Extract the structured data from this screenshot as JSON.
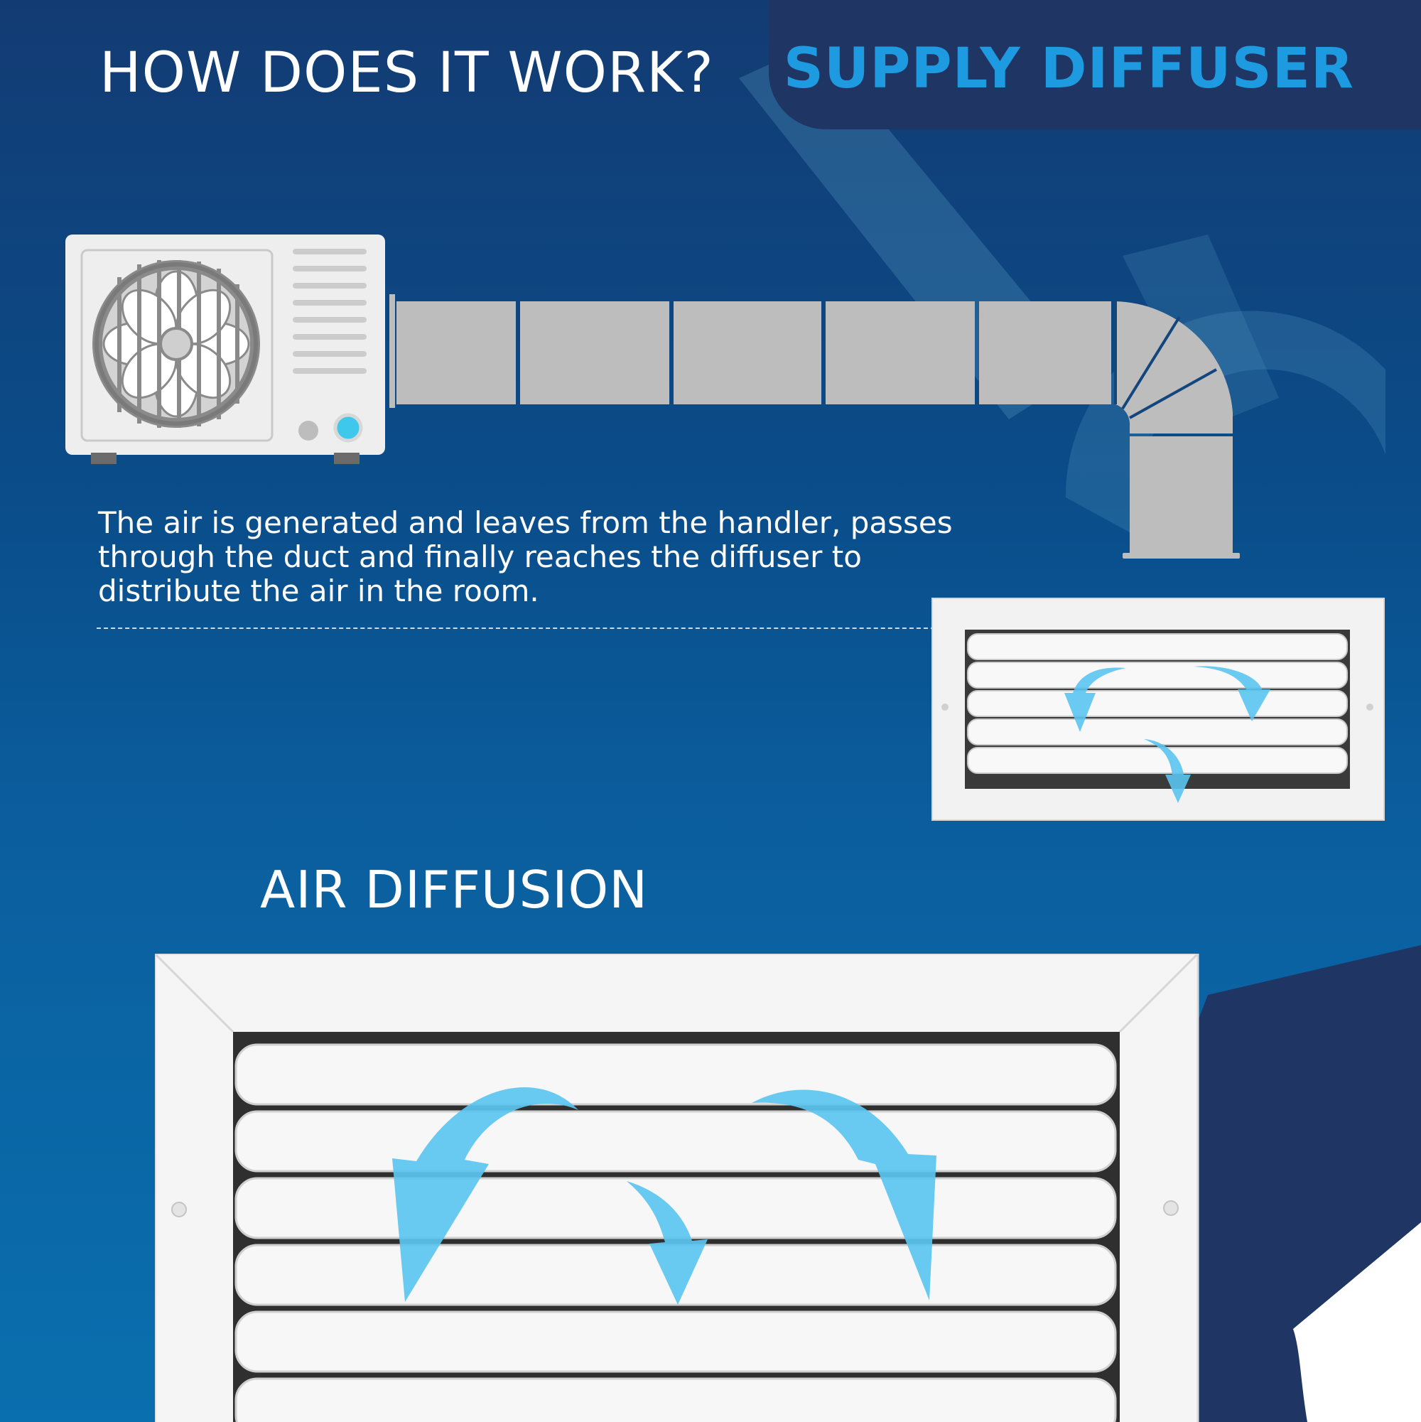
{
  "header": {
    "title": "HOW DOES IT WORK?",
    "badge": "SUPPLY DIFFUSER"
  },
  "description": "The air is generated and leaves from the handler, passes through the duct and finally reaches the diffuser to distribute the air in the room.",
  "section_title": "AIR DIFFUSION",
  "colors": {
    "background_top": "#133b73",
    "background_bottom": "#0a6fae",
    "tab": "#1f3564",
    "accent_blue": "#1e9ae0",
    "airflow_arrow": "#5bc4f0",
    "duct_gray": "#bdbdbd",
    "indicator_dot": "#3ec9ec"
  },
  "icons": {
    "handler": "ac-outdoor-unit-icon",
    "duct": "duct-elbow-icon",
    "small_grille": "supply-diffuser-icon",
    "large_grille": "air-grille-icon",
    "arrows": "airflow-arrow-icon"
  }
}
